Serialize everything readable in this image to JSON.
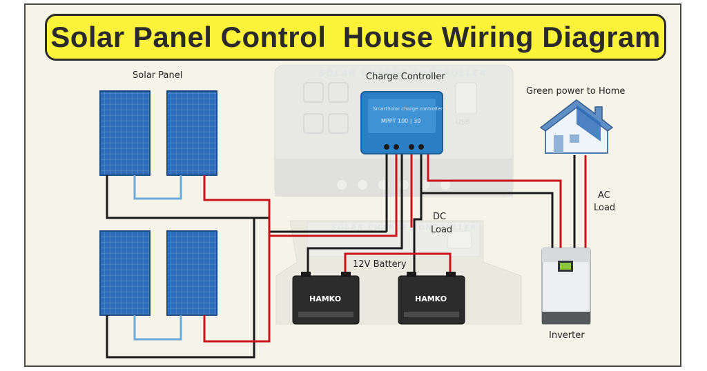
{
  "title": "Solar Panel Control  House Wiring Diagram",
  "labels": {
    "solar_panel": "Solar Panel",
    "charge_controller": "Charge Controller",
    "green_power": "Green power to Home",
    "ac_load_1": "AC",
    "ac_load_2": "Load",
    "dc_load_1": "DC",
    "dc_load_2": "Load",
    "battery": "12V Battery",
    "inverter": "Inverter"
  },
  "controller_screen": {
    "model": "MPPT 100 | 30",
    "brand": "SmartSolar charge controller"
  },
  "battery_brand": "HAMKO",
  "usb_text": "USB",
  "watermark": "SOLAR CHARGE CONTROLLER",
  "colors": {
    "panel": "#2f6db8",
    "wire_red": "#c8141a",
    "wire_black": "#1a1a1a",
    "wire_blue": "#6aa9dc",
    "title_bg": "#fdf23a",
    "controller": "#2a7fc4"
  }
}
